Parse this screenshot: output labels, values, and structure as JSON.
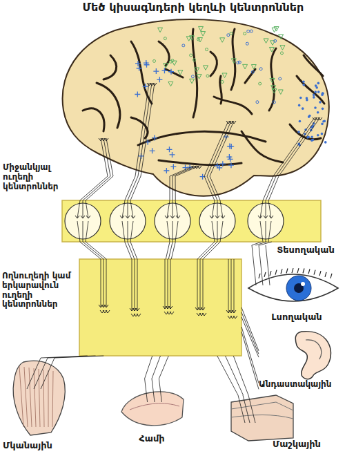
{
  "diagram": {
    "nodes": [
      {
        "text": [
          "Մեծ կիսագնդերի կեղևի կենտրոններ"
        ]
      },
      {
        "text": [
          "Միջանկյալ ուղեղի կենտրոններ"
        ]
      },
      {
        "text": [
          "Տեսողական"
        ]
      },
      {
        "text": [
          "Ողնուղեղի կամ երկարավուն ուղեղի կենտրոններ"
        ]
      },
      {
        "text": [
          "Լսողական"
        ]
      },
      {
        "text": [
          "Անդաստակային"
        ]
      },
      {
        "text": [
          "Համի"
        ]
      },
      {
        "text": [
          "Մաշկային"
        ]
      },
      {
        "text": [
          "Մկանային"
        ]
      }
    ],
    "edges": [
      {
        "from": 0,
        "to": 1,
        "arrow": "none"
      },
      {
        "from": 2,
        "to": 1,
        "arrow": "none"
      },
      {
        "from": 1,
        "to": 3,
        "arrow": "none"
      },
      {
        "from": 3,
        "to": 4,
        "arrow": "none"
      },
      {
        "from": 3,
        "to": 5,
        "arrow": "none"
      },
      {
        "from": 3,
        "to": 6,
        "arrow": "none"
      },
      {
        "from": 3,
        "to": 7,
        "arrow": "none"
      },
      {
        "from": 3,
        "to": 8,
        "arrow": "none"
      }
    ]
  }
}
